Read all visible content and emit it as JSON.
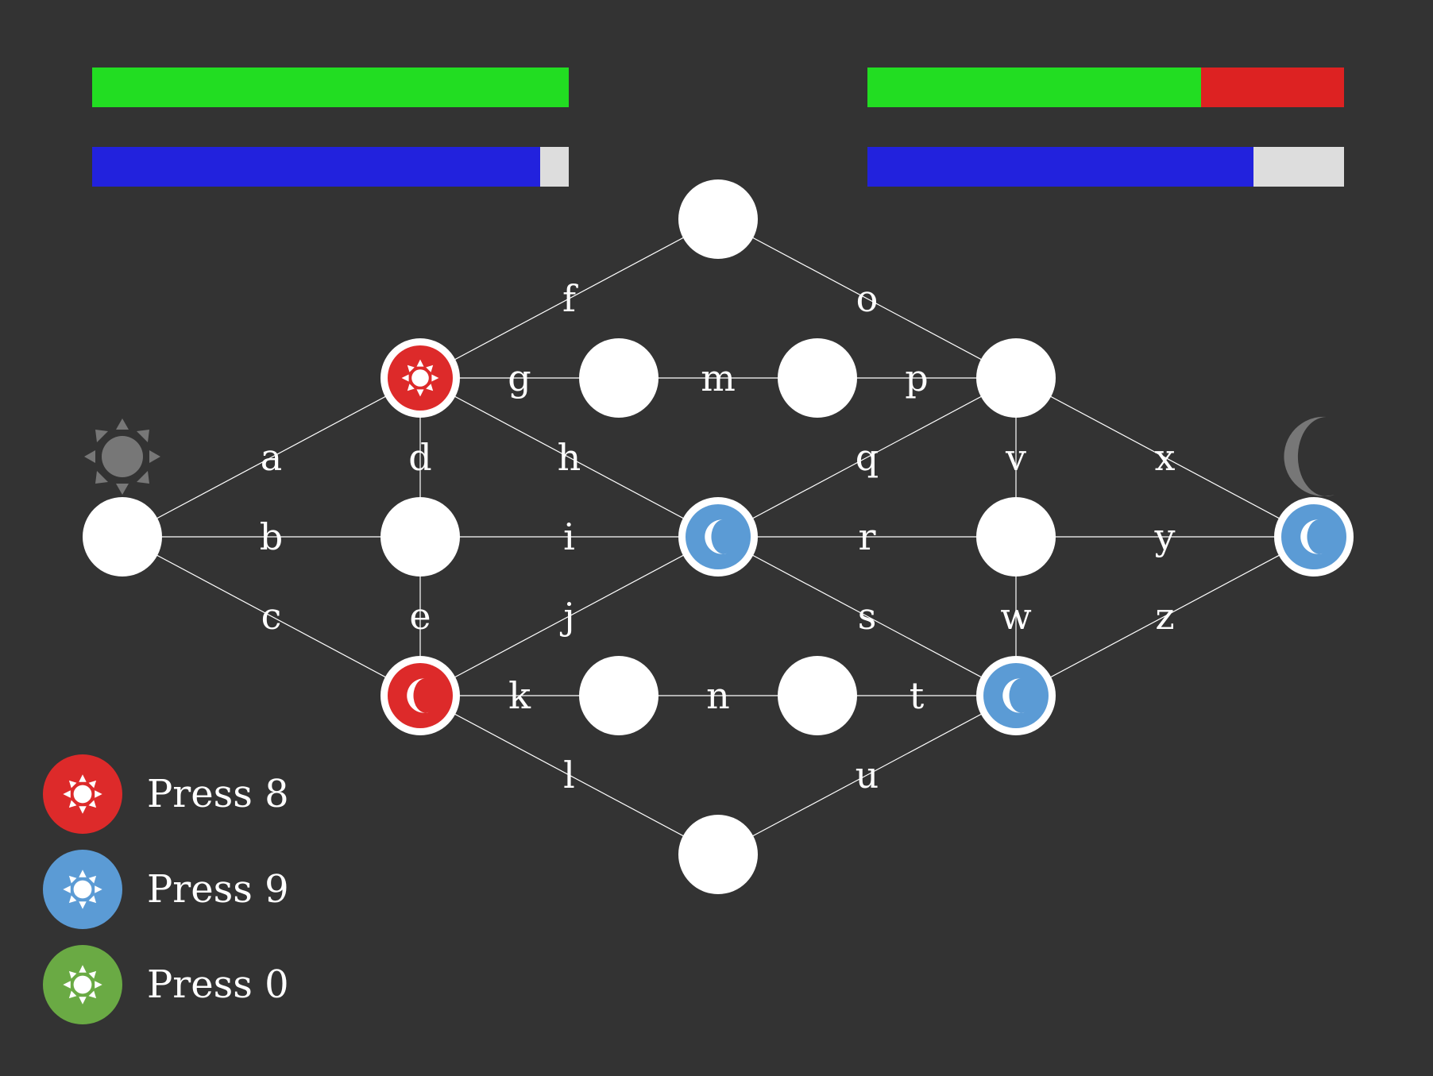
{
  "colors": {
    "background": "#333333",
    "health": "#22dd22",
    "damage": "#dd2222",
    "mana": "#2222dd",
    "mana_empty": "#dddddd",
    "node": "#ffffff",
    "edge": "#ffffff",
    "red_team": "#dd2a2a",
    "blue_team": "#5b9bd5",
    "green_team": "#6aaa44",
    "indicator": "#777777"
  },
  "player_left": {
    "health_fraction": 1.0,
    "mana_fraction": 0.94,
    "icon": "sun-icon"
  },
  "player_right": {
    "health_fraction": 0.7,
    "mana_fraction": 0.81,
    "icon": "moon-icon"
  },
  "nodes": [
    {
      "id": "n-left",
      "state": "empty"
    },
    {
      "id": "n-top",
      "state": "empty"
    },
    {
      "id": "n-bottom",
      "state": "empty"
    },
    {
      "id": "n-right",
      "state": "blue",
      "icon": "moon-icon"
    },
    {
      "id": "n-center",
      "state": "blue",
      "icon": "moon-icon"
    },
    {
      "id": "n-ul",
      "state": "red",
      "icon": "sun-icon"
    },
    {
      "id": "n-ml",
      "state": "empty"
    },
    {
      "id": "n-ll",
      "state": "red",
      "icon": "moon-icon"
    },
    {
      "id": "n-ur",
      "state": "empty"
    },
    {
      "id": "n-mr",
      "state": "empty"
    },
    {
      "id": "n-lr",
      "state": "blue",
      "icon": "moon-icon"
    },
    {
      "id": "n-tm1",
      "state": "empty"
    },
    {
      "id": "n-tm2",
      "state": "empty"
    },
    {
      "id": "n-bm1",
      "state": "empty"
    },
    {
      "id": "n-bm2",
      "state": "empty"
    }
  ],
  "edges": [
    {
      "label": "a",
      "from": "n-left",
      "to": "n-ul"
    },
    {
      "label": "b",
      "from": "n-left",
      "to": "n-ml"
    },
    {
      "label": "c",
      "from": "n-left",
      "to": "n-ll"
    },
    {
      "label": "d",
      "from": "n-ul",
      "to": "n-ml"
    },
    {
      "label": "e",
      "from": "n-ml",
      "to": "n-ll"
    },
    {
      "label": "f",
      "from": "n-ul",
      "to": "n-top"
    },
    {
      "label": "g",
      "from": "n-ul",
      "to": "n-tm1"
    },
    {
      "label": "h",
      "from": "n-ul",
      "to": "n-center"
    },
    {
      "label": "i",
      "from": "n-ml",
      "to": "n-center"
    },
    {
      "label": "j",
      "from": "n-ll",
      "to": "n-center"
    },
    {
      "label": "k",
      "from": "n-ll",
      "to": "n-bm1"
    },
    {
      "label": "l",
      "from": "n-ll",
      "to": "n-bottom"
    },
    {
      "label": "m",
      "from": "n-tm1",
      "to": "n-tm2"
    },
    {
      "label": "n",
      "from": "n-bm1",
      "to": "n-bm2"
    },
    {
      "label": "o",
      "from": "n-top",
      "to": "n-ur"
    },
    {
      "label": "p",
      "from": "n-tm2",
      "to": "n-ur"
    },
    {
      "label": "q",
      "from": "n-center",
      "to": "n-ur"
    },
    {
      "label": "r",
      "from": "n-center",
      "to": "n-mr"
    },
    {
      "label": "s",
      "from": "n-center",
      "to": "n-lr"
    },
    {
      "label": "t",
      "from": "n-bm2",
      "to": "n-lr"
    },
    {
      "label": "u",
      "from": "n-bottom",
      "to": "n-lr"
    },
    {
      "label": "v",
      "from": "n-ur",
      "to": "n-mr"
    },
    {
      "label": "w",
      "from": "n-mr",
      "to": "n-lr"
    },
    {
      "label": "x",
      "from": "n-ur",
      "to": "n-right"
    },
    {
      "label": "y",
      "from": "n-mr",
      "to": "n-right"
    },
    {
      "label": "z",
      "from": "n-lr",
      "to": "n-right"
    }
  ],
  "legend": [
    {
      "label": "Press 8",
      "team": "red",
      "icon": "sun-icon"
    },
    {
      "label": "Press 9",
      "team": "blue",
      "icon": "sun-icon"
    },
    {
      "label": "Press 0",
      "team": "green",
      "icon": "sun-icon"
    }
  ]
}
